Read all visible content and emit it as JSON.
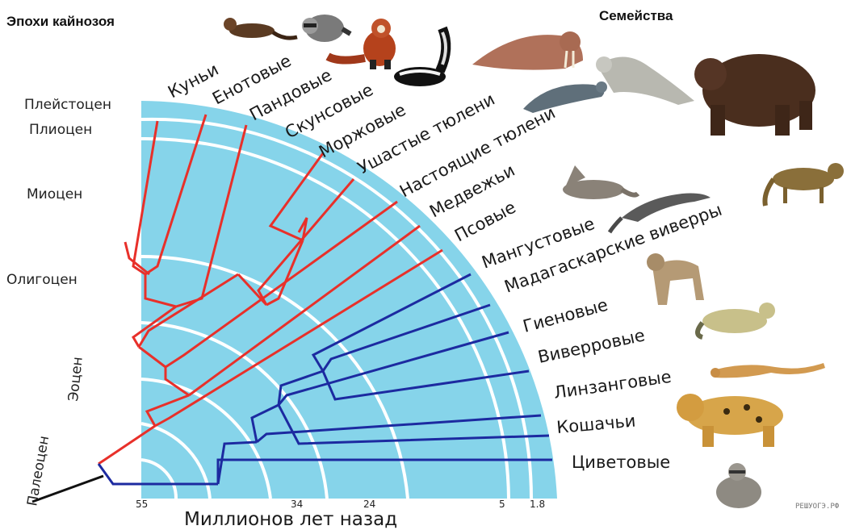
{
  "header": {
    "epochs_title": "Эпохи кайнозоя",
    "families_title": "Семейства"
  },
  "epochs": [
    "Плейстоцен",
    "Плиоцен",
    "Миоцен",
    "Олигоцен",
    "Эоцен",
    "Палеоцен"
  ],
  "families": [
    "Куньи",
    "Енотовые",
    "Пандовые",
    "Скунсовые",
    "Моржовые",
    "Ушастые тюлени",
    "Настоящие тюлени",
    "Медвежьи",
    "Псовые",
    "Мангустовые",
    "Мадагаскарские виверры",
    "Гиеновые",
    "Виверровые",
    "Линзанговые",
    "Кошачьи",
    "Циветовые"
  ],
  "axis": {
    "label": "Миллионов лет назад",
    "ticks": [
      "55",
      "34",
      "24",
      "5",
      "1.8"
    ]
  },
  "animals": [
    "marten",
    "raccoon",
    "red-panda",
    "skunk",
    "walrus",
    "sea-lion",
    "seal",
    "bear",
    "wolf",
    "mongoose",
    "fossa",
    "hyena",
    "genet",
    "linsang",
    "jaguar",
    "civet"
  ],
  "colors": {
    "background_fan": "#86d4ea",
    "caniformia": "#e8302a",
    "feliformia": "#1c2aa0",
    "root": "#111111",
    "rings": "#ffffff"
  },
  "watermark": "РЕШУОГЭ.РФ"
}
